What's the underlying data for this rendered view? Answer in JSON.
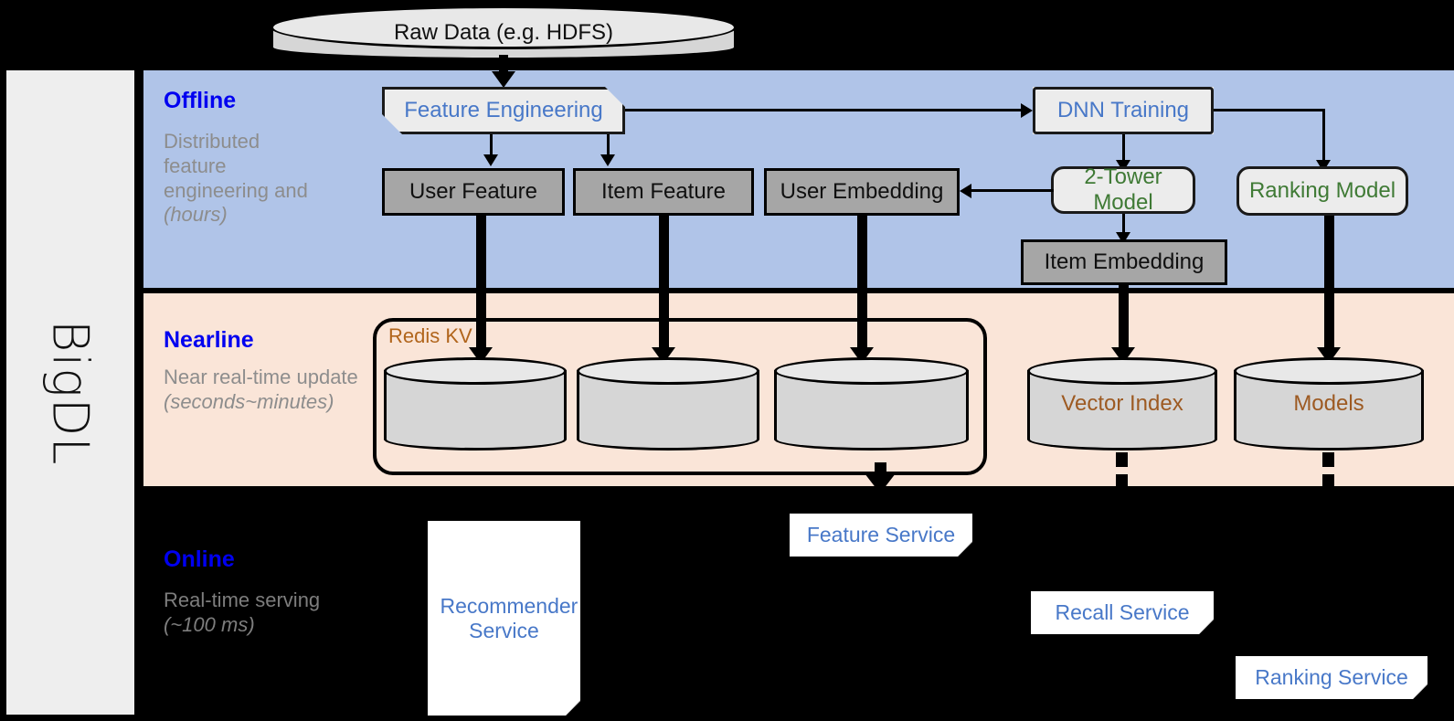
{
  "rail": {
    "label": "BigDL"
  },
  "bands": {
    "offline": {
      "title": "Offline",
      "subtitle": "Distributed feature engineering and ",
      "subtitle_em": "(hours)"
    },
    "nearline": {
      "title": "Nearline",
      "subtitle": "Near real-time update ",
      "subtitle_em": "(seconds~minutes)"
    },
    "online": {
      "title": "Online",
      "subtitle": "Real-time serving ",
      "subtitle_em": "(~100 ms)"
    }
  },
  "source": {
    "raw_data": "Raw Data (e.g. HDFS)"
  },
  "offline": {
    "feature_engineering": "Feature Engineering",
    "dnn_training": "DNN Training",
    "user_feature": "User Feature",
    "item_feature": "Item Feature",
    "user_embedding": "User Embedding",
    "two_tower_model": "2-Tower Model",
    "ranking_model": "Ranking Model",
    "item_embedding": "Item Embedding"
  },
  "nearline": {
    "redis_kv": "Redis KV",
    "store_1": "",
    "store_2": "",
    "store_3": "",
    "vector_index": "Vector Index",
    "models": "Models"
  },
  "online": {
    "recommender_service": "Recommender Service",
    "feature_service": "Feature Service",
    "recall_service": "Recall Service",
    "ranking_service": "Ranking Service"
  },
  "colors": {
    "band_offline": "#b0c4e8",
    "band_nearline": "#fae5d8",
    "band_online": "#000000",
    "band_title": "#0000f0",
    "band_subtitle": "#8d8d8d",
    "blue_text": "#4878c8",
    "green_text": "#3f7a35",
    "orange_text": "#9d5a22",
    "redis_label": "#b1651c",
    "gray_box": "#a6a6a6",
    "light_box": "#ececec",
    "rail_bg": "#eeeeee"
  }
}
